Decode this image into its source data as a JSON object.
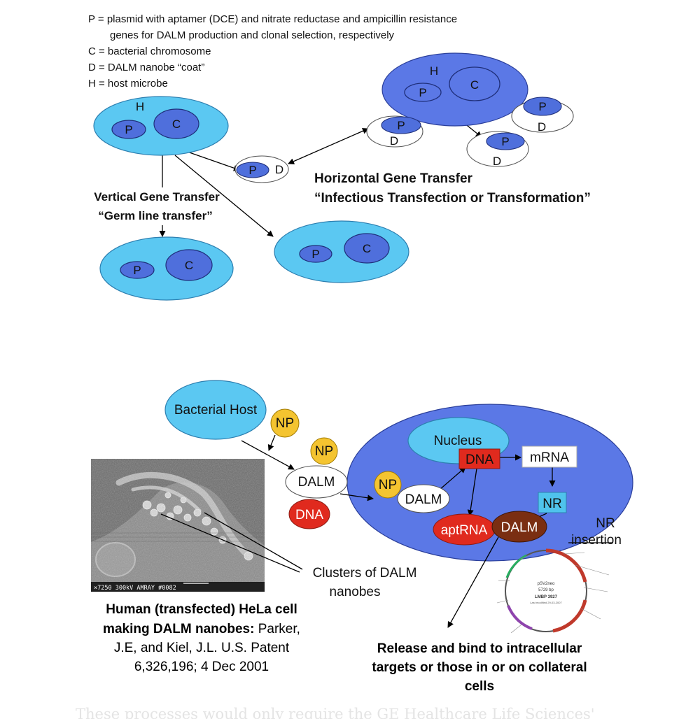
{
  "legend": {
    "line1": "P = plasmid with aptamer (DCE) and nitrate reductase and ampicillin resistance",
    "line2": "genes for DALM production and clonal selection, respectively",
    "line3": "C = bacterial chromosome",
    "line4": "D = DALM nanobe “coat”",
    "line5": "H = host microbe"
  },
  "labels": {
    "H": "H",
    "C": "C",
    "P": "P",
    "D": "D"
  },
  "vertical": {
    "title": "Vertical Gene Transfer",
    "subtitle": "“Germ line transfer”"
  },
  "horizontal": {
    "title": "Horizontal Gene Transfer",
    "subtitle": "“Infectious Transfection  or Transformation”"
  },
  "lower": {
    "bacterial_host": "Bacterial Host",
    "np": "NP",
    "dalm": "DALM",
    "dna": "DNA",
    "nucleus": "Nucleus",
    "mrna": "mRNA",
    "nr": "NR",
    "aptrna": "aptRNA",
    "nr_insertion_1": "NR",
    "nr_insertion_2": "insertion",
    "clusters_1": "Clusters of  DALM",
    "clusters_2": "nanobes",
    "micro_scale": "×7250    300kV  AMRAY    #0082",
    "plasmid_name_1": "pSV2neo",
    "plasmid_name_2": "5729 bp",
    "plasmid_name_3": "LMBP 3927",
    "plasmid_name_4": "Last modified 29-03-2007"
  },
  "caption": {
    "line1_bold": "Human (transfected) HeLa cell",
    "line2_bold": "making DALM nanobes:",
    "line2_rest": " Parker,",
    "line3": "J.E, and Kiel, J.L. U.S. Patent",
    "line4": "6,326,196; 4 Dec 2001"
  },
  "release": {
    "line1": "Release and bind to intracellular",
    "line2": "targets or  those in or on collateral",
    "line3": "cells"
  },
  "footer": "These processes would only require the GE Healthcare Life Sciences'",
  "colors": {
    "light_blue": "#5bc8f2",
    "medium_blue": "#5b78e6",
    "plasmid_blue": "#4f6fdc",
    "np_yellow": "#f4c430",
    "dna_red": "#e02a1e",
    "dalm_brown": "#7a2e12",
    "nr_cyan": "#4fc3ec"
  }
}
